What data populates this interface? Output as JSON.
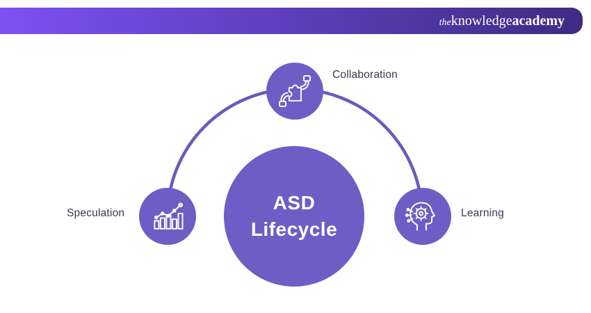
{
  "header": {
    "logo": {
      "prefix": "the",
      "mid": "knowledge",
      "suffix": "academy"
    }
  },
  "diagram": {
    "center": {
      "line1": "ASD",
      "line2": "Lifecycle"
    },
    "nodes": [
      {
        "id": "collaboration",
        "label": "Collaboration",
        "icon": "hands-puzzle-icon",
        "position": "top"
      },
      {
        "id": "speculation",
        "label": "Speculation",
        "icon": "growth-chart-icon",
        "position": "left"
      },
      {
        "id": "learning",
        "label": "Learning",
        "icon": "head-gear-icon",
        "position": "right"
      }
    ]
  },
  "colors": {
    "header_gradient_start": "#7C51F3",
    "header_gradient_end": "#3F2B82",
    "circle_fill": "#6E5DC5",
    "arc_stroke": "#6A5ABF",
    "label_text": "#3B3553",
    "center_text": "#FFFFFF"
  }
}
